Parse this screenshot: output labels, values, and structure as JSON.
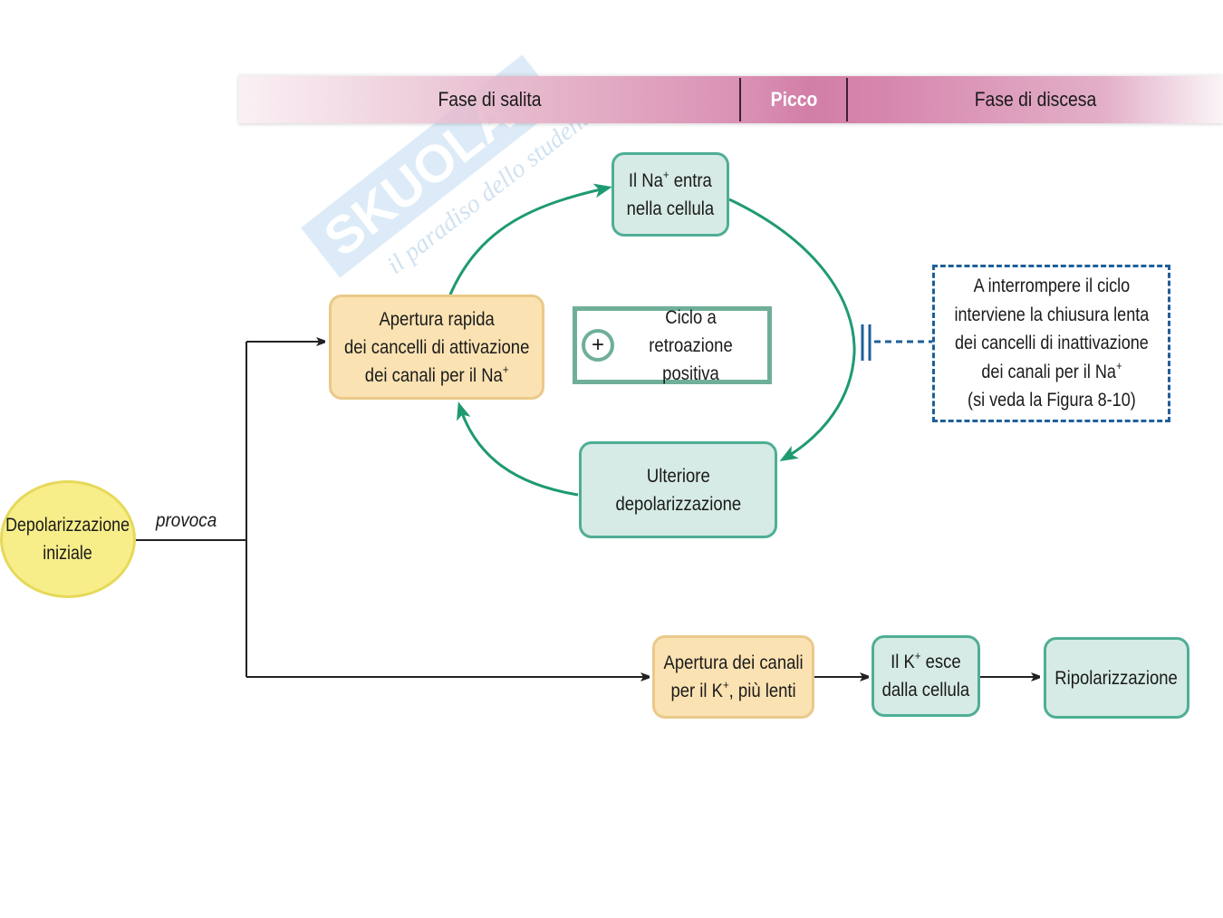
{
  "phases": {
    "rising": "Fase di salita",
    "peak": "Picco",
    "falling": "Fase di discesa"
  },
  "nodes": {
    "initial_depolarization": [
      "Depolarizzazione",
      "iniziale"
    ],
    "causes_label": "provoca",
    "na_gates_opening": {
      "line1": "Apertura rapida",
      "line2": "dei cancelli di attivazione",
      "line3": "dei canali per il Na",
      "sup": "+"
    },
    "na_enters": {
      "line1_pre": "Il Na",
      "sup": "+",
      "line1_post": " entra",
      "line2": "nella cellula"
    },
    "further_depolarization": {
      "line1": "Ulteriore",
      "line2": "depolarizzazione"
    },
    "feedback_loop": {
      "symbol": "+",
      "line1": "Ciclo a retroazione",
      "line2": "positiva"
    },
    "interrupt_note": {
      "line1": "A interrompere il ciclo",
      "line2": "interviene la chiusura lenta",
      "line3": "dei cancelli di inattivazione",
      "line4": "dei canali per il Na",
      "sup": "+",
      "line5": "(si veda la Figura 8-10)"
    },
    "k_channels_opening": {
      "line1": "Apertura dei canali",
      "line2_pre": "per il K",
      "sup": "+",
      "line2_post": ", più lenti"
    },
    "k_exits": {
      "line1_pre": "Il K",
      "sup": "+",
      "line1_post": " esce",
      "line2": "dalla cellula"
    },
    "repolarization": "Ripolarizzazione"
  },
  "watermark": {
    "brand": "SKUOLA.net",
    "tagline": "il paradiso dello studente"
  },
  "colors": {
    "cycle_arrow": "#1e9a72",
    "connector": "#222222",
    "inhibit": "#1f5f9a",
    "teal_fill": "#d6ebe5",
    "orange_fill": "#fbe2b3",
    "yellow_fill": "#f7ee8a"
  }
}
